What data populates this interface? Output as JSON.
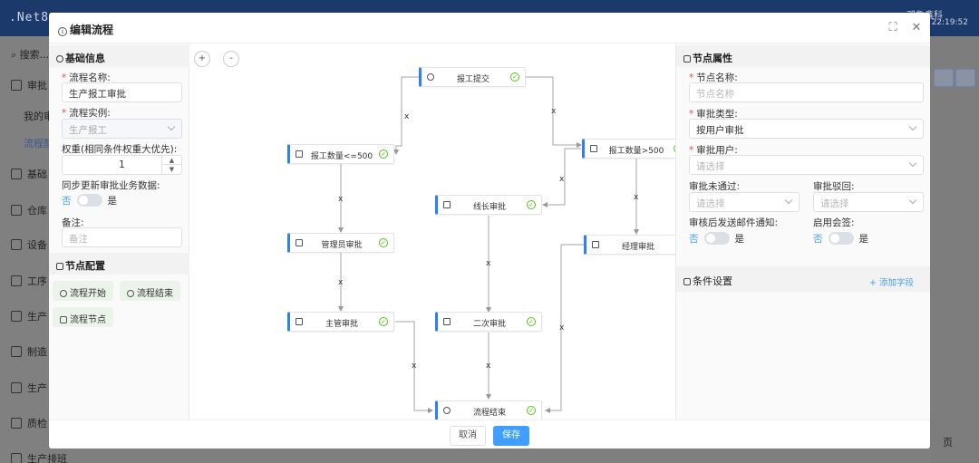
{
  "bg": {
    "logo": ".Net8",
    "user": "邓鲁鑫科",
    "time": "5 22:19:52",
    "search_placeholder": "搜索...",
    "sidebar": [
      "审批",
      "我的审",
      "流程配",
      "基础",
      "仓库",
      "设备",
      "工序",
      "生产",
      "制造",
      "生产",
      "质检",
      "生产排班"
    ],
    "page_label": "页"
  },
  "modal": {
    "title": "编辑流程",
    "expand_icon": "expand-icon",
    "close_icon": "close-icon"
  },
  "basic": {
    "section_title": "基础信息",
    "name_label": "流程名称:",
    "name_value": "生产报工审批",
    "instance_label": "流程实例:",
    "instance_value": "生产报工",
    "weight_label": "权重(相同条件权重大优先):",
    "weight_value": "1",
    "sync_label": "同步更新审批业务数据:",
    "sync_off": "否",
    "sync_on": "是",
    "remark_label": "备注:",
    "remark_placeholder": "备注"
  },
  "palette": {
    "section_title": "节点配置",
    "start": "流程开始",
    "end": "流程结束",
    "node": "流程节点"
  },
  "canvas": {
    "zoom_in": "+",
    "zoom_out": "-",
    "edge_label": "x",
    "nodes": {
      "submit": "报工提交",
      "lte500": "报工数量<=500",
      "gt500": "报工数量>500",
      "line_lead": "线长审批",
      "admin": "管理员审批",
      "manager": "经理审批",
      "supervisor": "主管审批",
      "second": "二次审批",
      "end": "流程结束"
    }
  },
  "props": {
    "section_title": "节点属性",
    "node_name_label": "节点名称:",
    "node_name_placeholder": "节点名称",
    "type_label": "审批类型:",
    "type_value": "按用户审批",
    "user_label": "审批用户:",
    "user_placeholder": "请选择",
    "reject_label": "审批未通过:",
    "reject_placeholder": "请选择",
    "return_label": "审批驳回:",
    "return_placeholder": "请选择",
    "mail_label": "审核后发送邮件通知:",
    "mail_off": "否",
    "mail_on": "是",
    "cosign_label": "启用会签:",
    "cosign_off": "否",
    "cosign_on": "是",
    "cond_title": "条件设置",
    "add_field": "+ 添加字段"
  },
  "footer": {
    "cancel": "取消",
    "save": "保存"
  }
}
